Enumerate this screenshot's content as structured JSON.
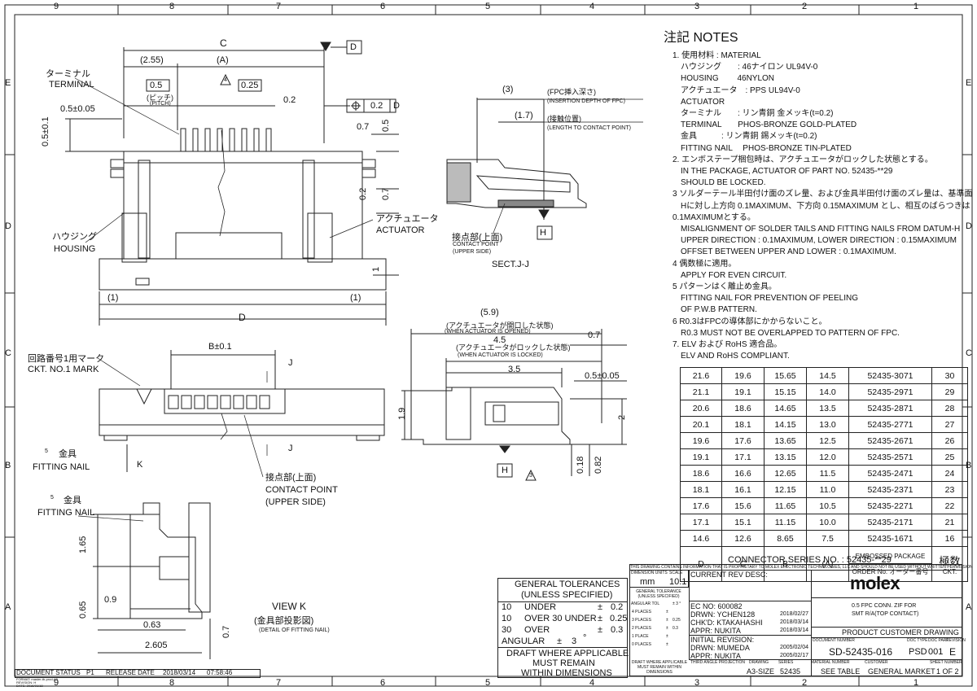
{
  "grid": {
    "cols": [
      "9",
      "8",
      "7",
      "6",
      "5",
      "4",
      "3",
      "2",
      "1"
    ],
    "rows": [
      "E",
      "D",
      "C",
      "B",
      "A"
    ]
  },
  "notes": {
    "heading": "注記 NOTES",
    "lines": [
      "1. 使用材料 : MATERIAL",
      "ハウジング　　: 46ナイロン  UL94V-0",
      "HOUSING　　 46NYLON",
      "アクチュエータ　: PPS  UL94V-0",
      "ACTUATOR",
      "ターミナル　　: リン青銅  金メッキ(t=0.2)",
      "TERMINAL　　PHOS-BRONZE  GOLD-PLATED",
      "金具　　　: リン青銅  錫メッキ(t=0.2)",
      "FITTING NAIL　 PHOS-BRONZE  TIN-PLATED",
      "2. エンボステープ梱包時は、アクチュエータがロックした状態とする。",
      "IN THE PACKAGE, ACTUATOR OF PART NO. 52435-**29",
      "SHOULD BE LOCKED.",
      "3 ソルダーテール半田付け面のズレ量、および金具半田付け面のズレ量は、基準面",
      "Hに対し上方向 0.1MAXIMUM、下方向 0.15MAXIMUM とし、相互のばらつきは",
      "0.1MAXIMUMとする。",
      "MISALIGNMENT OF SOLDER TAILS AND FITTING NAILS FROM DATUM-H",
      "UPPER DIRECTION : 0.1MAXIMUM, LOWER DIRECTION : 0.15MAXIMUM",
      "OFFSET BETWEEN UPPER AND LOWER : 0.1MAXIMUM.",
      "4 偶数極に適用。",
      "APPLY FOR EVEN CIRCUIT.",
      "5 パターンはく離止め金具。",
      "FITTING NAIL FOR PREVENTION OF PEELING",
      "OF P.W.B PATTERN.",
      "6 R0.3はFPCの導体部にかからないこと。",
      "R0.3 MUST NOT BE OVERLAPPED TO PATTERN OF FPC.",
      "7. ELV および RoHS 適合品。",
      "ELV AND RoHS COMPLIANT."
    ]
  },
  "order_table": {
    "rows": [
      [
        "21.6",
        "19.6",
        "15.65",
        "14.5",
        "52435-3071",
        "30"
      ],
      [
        "21.1",
        "19.1",
        "15.15",
        "14.0",
        "52435-2971",
        "29"
      ],
      [
        "20.6",
        "18.6",
        "14.65",
        "13.5",
        "52435-2871",
        "28"
      ],
      [
        "20.1",
        "18.1",
        "14.15",
        "13.0",
        "52435-2771",
        "27"
      ],
      [
        "19.6",
        "17.6",
        "13.65",
        "12.5",
        "52435-2671",
        "26"
      ],
      [
        "19.1",
        "17.1",
        "13.15",
        "12.0",
        "52435-2571",
        "25"
      ],
      [
        "18.6",
        "16.6",
        "12.65",
        "11.5",
        "52435-2471",
        "24"
      ],
      [
        "18.1",
        "16.1",
        "12.15",
        "11.0",
        "52435-2371",
        "23"
      ],
      [
        "17.6",
        "15.6",
        "11.65",
        "10.5",
        "52435-2271",
        "22"
      ],
      [
        "17.1",
        "15.1",
        "11.15",
        "10.0",
        "52435-2171",
        "21"
      ],
      [
        "14.6",
        "12.6",
        "8.65",
        "7.5",
        "52435-1671",
        "16"
      ]
    ],
    "header": [
      "D",
      "C",
      "B",
      "(A)"
    ],
    "embossed": "EMBOSSED PACKAGE",
    "order_no": "ORDER No. オーダー番号",
    "ckt_jp": "極数",
    "ckt": "CKT.",
    "series": "CONNECTOR SERIES NO. : 52435-**29"
  },
  "views": {
    "top": {
      "terminal_jp": "ターミナル",
      "terminal": "TERMINAL",
      "housing_jp": "ハウジング",
      "housing": "HOUSING",
      "actuator_jp": "アクチュエータ",
      "actuator": "ACTUATOR",
      "pitch_jp": "(ピッチ)",
      "pitch": "(PITCH)",
      "dims": {
        "C": "C",
        "A": "(A)",
        "l255": "(2.55)",
        "p05": "0.5",
        "p025": "0.25",
        "d02": "0.2",
        "d0505": "0.5±0.05",
        "d0501": "0.5±0.1",
        "d07": "0.7",
        "d05b": "0.5",
        "d02b": "0.2",
        "d07b": "0.7",
        "d1": "1",
        "l1": "(1)",
        "r1": "(1)",
        "D": "D",
        "tri4": "4"
      },
      "datum_d": "D",
      "fcf_val": "0.2",
      "fcf_ref": "D"
    },
    "sect": {
      "l3": "(3)",
      "fpc_jp": "(FPC挿入深さ)",
      "fpc": "(INSERTION DEPTH OF FPC)",
      "l17": "(1.7)",
      "contact_jp": "(接触位置)",
      "contact": "(LENGTH TO CONTACT POINT)",
      "cp_jp": "接点部(上面)",
      "cp1": "CONTACT POINT",
      "cp2": "(UPPER SIDE)",
      "title": "SECT.J-J",
      "datum_h": "H"
    },
    "front": {
      "ckt_jp": "回路番号1用マーク",
      "ckt": "CKT. NO.1 MARK",
      "b": "B±0.1",
      "j1": "J",
      "j2": "J",
      "k": "K",
      "nail_jp": "金具",
      "nail": "FITTING NAIL",
      "tri5": "5",
      "cp_jp": "接点部(上面)",
      "cp1": "CONTACT POINT",
      "cp2": "(UPPER SIDE)"
    },
    "side": {
      "l59": "(5.9)",
      "opened_jp": "(アクチュエータが開口した状態)",
      "opened": "(WHEN ACTUATOR IS OPENED)",
      "d45": "4.5",
      "d07": "0.7",
      "locked_jp": "(アクチュエータがロックした状態)",
      "locked": "(WHEN ACTUATOR IS LOCKED)",
      "d35": "3.5",
      "d0505": "0.5±0.05",
      "d19": "1.9",
      "d2": "2",
      "d018": "0.18",
      "d082": "0.82",
      "datum_h": "H",
      "tri3": "3"
    },
    "viewk": {
      "nail_jp": "金具",
      "nail": "FITTING NAIL",
      "tri5": "5",
      "d165": "1.65",
      "d065": "0.65",
      "d09": "0.9",
      "d063": "0.63",
      "d2605": "2.605",
      "d07": "0.7",
      "title": "VIEW K",
      "sub_jp": "(金具部投影図)",
      "sub": "(DETAIL OF FITTING NAIL)"
    }
  },
  "tolerances": {
    "title1": "GENERAL TOLERANCES",
    "title2": "(UNLESS SPECIFIED)",
    "rows": [
      [
        "10",
        "UNDER",
        "±",
        "0.2"
      ],
      [
        "10",
        "OVER   30   UNDER",
        "±",
        "0.25"
      ],
      [
        "30",
        "OVER",
        "±",
        "0.3"
      ]
    ],
    "angular": "ANGULAR",
    "ang_pm": "±",
    "ang_val": "3",
    "deg": "°",
    "draft1": "DRAFT WHERE APPLICABLE",
    "draft2": "MUST REMAIN",
    "draft3": "WITHIN DIMENSIONS"
  },
  "title_block": {
    "proprietary": "THIS DRAWING CONTAINS INFORMATION THAT IS PROPRIETARY TO MOLEX ELECTRONIC TECHNOLOGIES, LLC AND SHOULD NOT BE USED WITHOUT WRITTEN PERMISSION",
    "dim_units_label": "DIMENSION UNITS",
    "dim_units": "mm",
    "scale_label": "SCALE",
    "scale": "10:1",
    "current_rev": "CURRENT REV DESC:",
    "gen_tol": "GENERAL TOLERANCE (UNLESS SPECIFIED)",
    "ang_tol": "ANGULAR TOL",
    "ang_tol_val": "± 3 °",
    "places": [
      [
        "4 PLACES",
        "±",
        ""
      ],
      [
        "3 PLACES",
        "±",
        "0.25"
      ],
      [
        "2 PLACES",
        "±",
        "0.3"
      ],
      [
        "1 PLACE",
        "±",
        ""
      ],
      [
        "0 PLACES",
        "±",
        ""
      ]
    ],
    "draft_small": "DRAFT WHERE APPLICABLE MUST REMAIN WITHIN DIMENSIONS",
    "ec_no": "EC NO:  600082",
    "drwn": "DRWN:  YCHEN128",
    "drwn_date": "2018/02/27",
    "chkd": "CHK'D:  KTAKAHASHI",
    "chkd_date": "2018/03/14",
    "appr": "APPR:  NUKITA",
    "appr_date": "2018/03/14",
    "initial": "INITIAL REVISION:",
    "i_drwn": "DRWN:  MUMEDA",
    "i_drwn_date": "2005/02/04",
    "i_appr": "APPR:  NUKITA",
    "i_appr_date": "2005/02/17",
    "third_angle": "THIRD ANGLE PROJECTION",
    "drawing_label": "DRAWING",
    "drawing": "A3-SIZE",
    "series_label": "SERIES",
    "series": "52435",
    "material_label": "MATERIAL NUMBER",
    "material": "SEE TABLE",
    "customer_label": "CUSTOMER",
    "customer": "GENERAL MARKET",
    "sheet_label": "SHEET NUMBER",
    "sheet": "1 OF 2",
    "logo": "molex",
    "desc1": "0.5 FPC CONN. ZIF FOR",
    "desc2": "SMT R/A(TOP CONTACT)",
    "pcd": "PRODUCT CUSTOMER DRAWING",
    "doc_label": "DOCUMENT NUMBER",
    "doc": "SD-52435-016",
    "type_label": "DOC TYPE",
    "type": "PSD",
    "part_label": "DOC PART",
    "part": "001",
    "rev_label": "REVISION",
    "rev": "E"
  },
  "status_bar": {
    "doc_status": "DOCUMENT STATUS",
    "status": "P1",
    "release": "RELEASE DATE",
    "date": "2018/03/14",
    "time": "07:58:46",
    "small1": "FORMAT: master-tb-prod-A3",
    "small2": "REVISION: H",
    "small3": "DATE: 2016/01/18"
  }
}
